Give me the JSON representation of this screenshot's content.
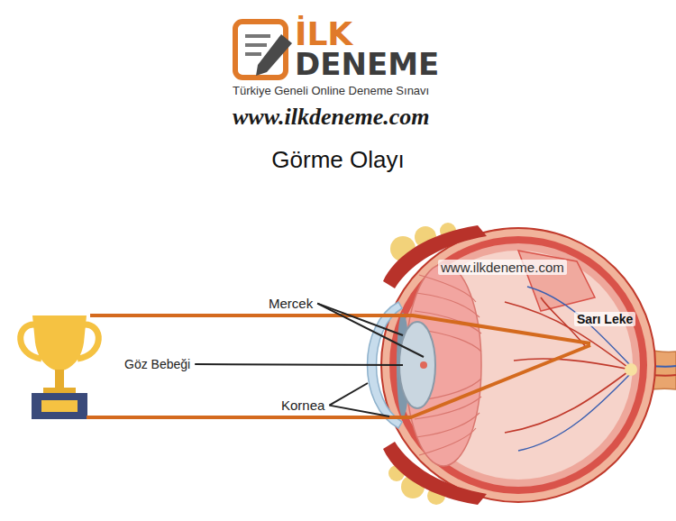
{
  "diagram": {
    "title": "Görme Olayı",
    "labels": [
      "İLK",
      "DENEME",
      "Türkiye Geneli Online Deneme Sınavı",
      "www.ilkdeneme.com",
      "www.ilkdeneme.com",
      "Mercek",
      "Sarı Leke",
      "Göz Bebeği",
      "Kornea"
    ]
  }
}
